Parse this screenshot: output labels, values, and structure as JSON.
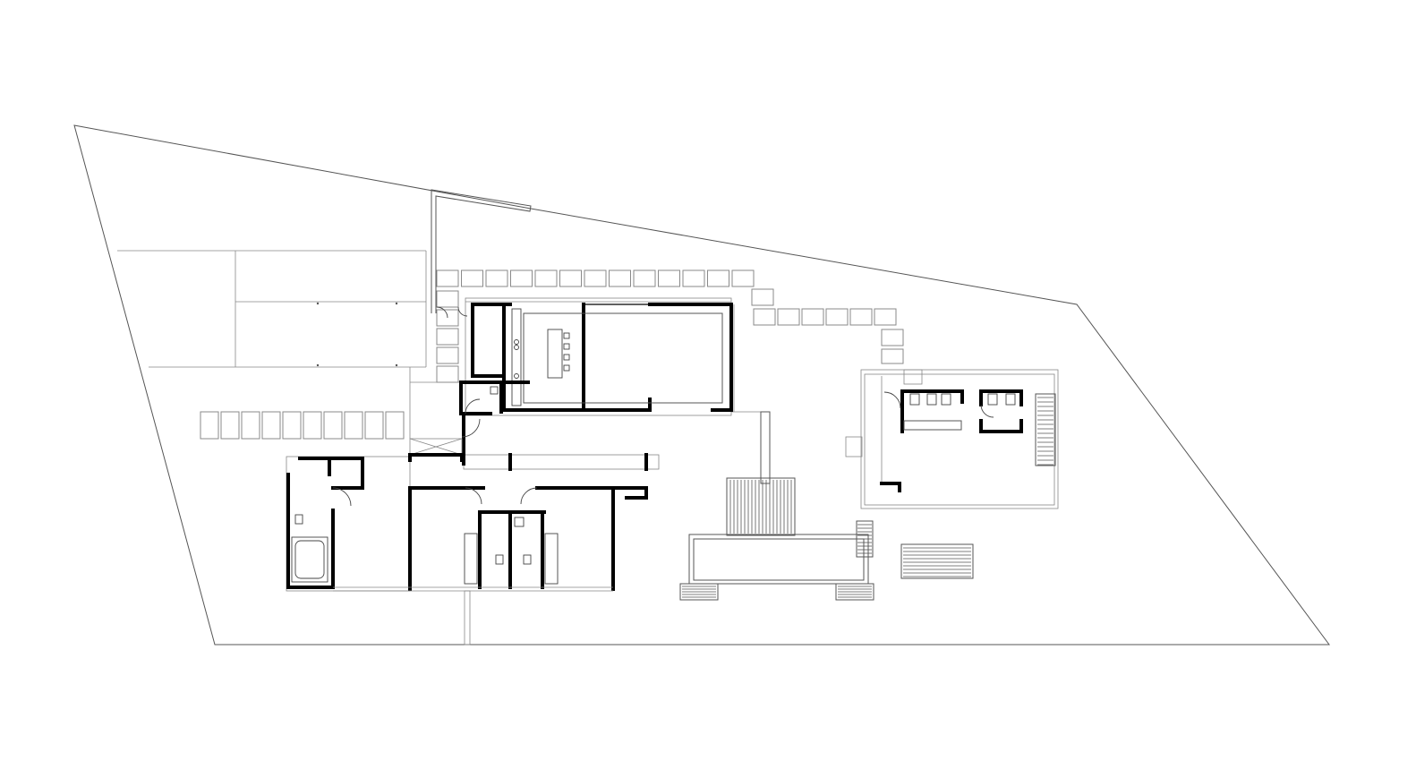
{
  "drawing": {
    "type": "architectural-site-floor-plan",
    "labels": [],
    "colors": {
      "background": "#ffffff",
      "walls": "#000000",
      "linework": "#555555",
      "pavers": "#8a8a8a"
    },
    "elements": {
      "site_boundary": "site-boundary",
      "main_house": "main-house",
      "guest_pavilion": "guest-pavilion",
      "pool": "pool",
      "deck": "wood-deck",
      "stepping_stones": "stepping-stones",
      "garden_bench": "garden-bench"
    }
  }
}
